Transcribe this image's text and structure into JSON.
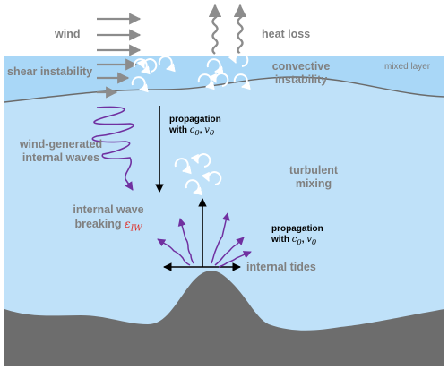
{
  "labels": {
    "wind": "wind",
    "heat_loss": "heat loss",
    "shear_instability": "shear instability",
    "convective_instability_1": "convective",
    "convective_instability_2": "instability",
    "mixed_layer": "mixed layer",
    "wind_waves_1": "wind-generated",
    "wind_waves_2": "internal waves",
    "propagation_top_1": "propagation",
    "propagation_top_2": "with",
    "turbulent_mixing_1": "turbulent",
    "turbulent_mixing_2": "mixing",
    "iw_breaking_1": "internal wave",
    "iw_breaking_2": "breaking",
    "epsilon_symbol": "ε",
    "epsilon_subscript": "IW",
    "propagation_bottom_1": "propagation",
    "propagation_bottom_2": "with",
    "c0": "c",
    "c0_sub": "0",
    "v0": "v",
    "v0_sub": "0",
    "internal_tides": "internal tides"
  },
  "colors": {
    "sky": "#ffffff",
    "water": "#bfe1f9",
    "mixed_layer": "#a9d7f7",
    "terrain": "#6d6d6d",
    "purple": "#7030a0",
    "grey_text": "#808080",
    "arrow_grey": "#8c8c8c",
    "red": "#e0281f"
  }
}
